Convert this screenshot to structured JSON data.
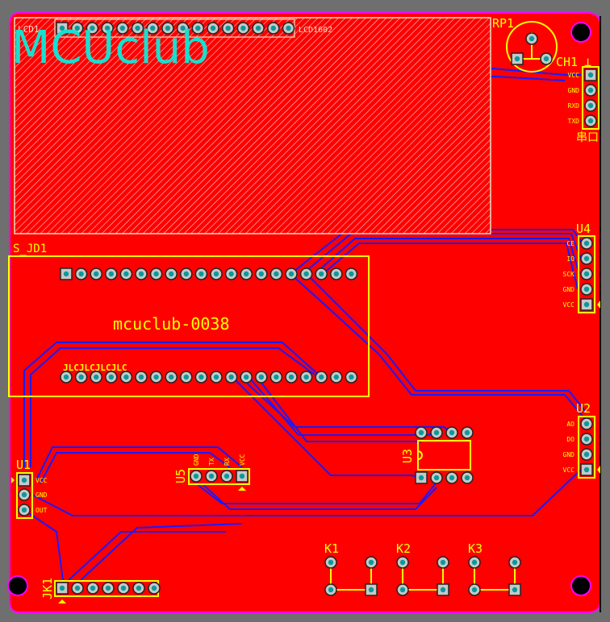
{
  "board": {
    "logo": "MCUclub",
    "colors": {
      "copper": "#ff0000",
      "trace": "#1a1aff",
      "silk": "#ffff00",
      "logo": "#16e0d0",
      "outline": "#ff00ff",
      "background": "#6f6f6f"
    }
  },
  "lcd": {
    "designator": "LCD1",
    "name": "LCD1602"
  },
  "rp1": {
    "designator": "RP1"
  },
  "ch1": {
    "designator": "CH1",
    "symbol": "⊥",
    "pins": [
      "VCC",
      "GND",
      "RXD",
      "TXD"
    ],
    "caption": "串口"
  },
  "s_jd1": {
    "designator": "S_JD1",
    "title": "mcuclub-0038",
    "jlc": "JLCJLCJLCJLC"
  },
  "u4": {
    "designator": "U4",
    "pins": [
      "CE",
      "IO",
      "SCK",
      "GND",
      "VCC"
    ]
  },
  "u2": {
    "designator": "U2",
    "pins": [
      "AO",
      "DO",
      "GND",
      "VCC"
    ]
  },
  "u1": {
    "designator": "U1",
    "pins": [
      "VCC",
      "GND",
      "OUT"
    ]
  },
  "u5": {
    "designator": "U5",
    "pins": [
      "GND",
      "TX",
      "RX",
      "VCC"
    ]
  },
  "u3": {
    "designator": "U3"
  },
  "jk1": {
    "designator": "JK1"
  },
  "keys": [
    "K1",
    "K2",
    "K3"
  ]
}
